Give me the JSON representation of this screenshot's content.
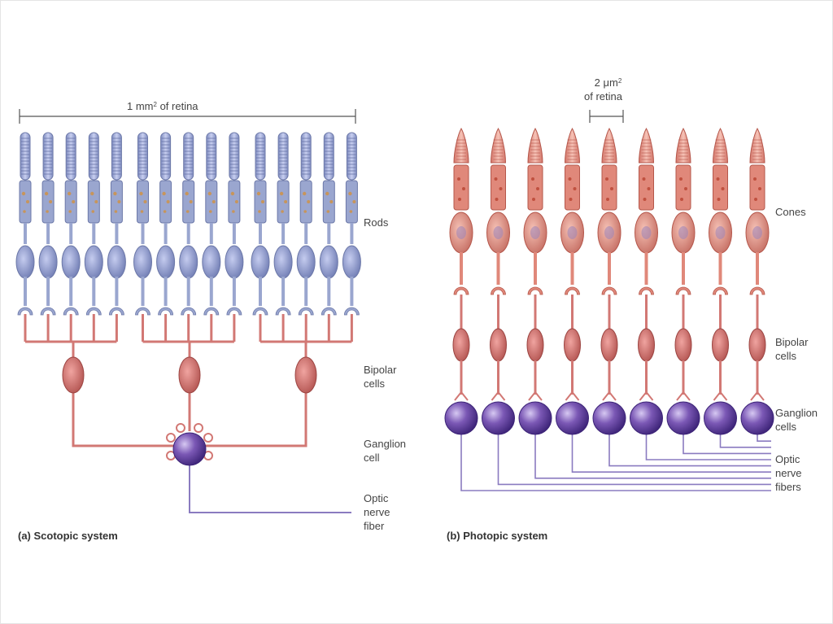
{
  "scotopic": {
    "scale_text": "1 mm",
    "scale_sup": "2",
    "scale_suffix": " of retina",
    "rods_label": "Rods",
    "bipolar_label_1": "Bipolar",
    "bipolar_label_2": "cells",
    "ganglion_label_1": "Ganglion",
    "ganglion_label_2": "cell",
    "optic_label_1": "Optic",
    "optic_label_2": "nerve",
    "optic_label_3": "fiber",
    "caption": "(a) Scotopic system",
    "rod_count": 15,
    "bipolar_count": 3,
    "ganglion_count": 1
  },
  "photopic": {
    "scale_text": "2 μm",
    "scale_sup": "2",
    "scale_line2": "of retina",
    "cones_label": "Cones",
    "bipolar_label_1": "Bipolar",
    "bipolar_label_2": "cells",
    "ganglion_label_1": "Ganglion",
    "ganglion_label_2": "cells",
    "optic_label_1": "Optic",
    "optic_label_2": "nerve",
    "optic_label_3": "fibers",
    "caption": "(b) Photopic system",
    "cone_count": 9
  },
  "colors": {
    "rod_fill": "#9aa6cf",
    "rod_stroke": "#6c78a8",
    "cone_fill": "#e0887a",
    "cone_stroke": "#b5574b",
    "bipolar_fill": "#c8625f",
    "dendrite": "#d27874",
    "ganglion_fill": "#7b58b5",
    "fiber": "#8a7bc0"
  }
}
